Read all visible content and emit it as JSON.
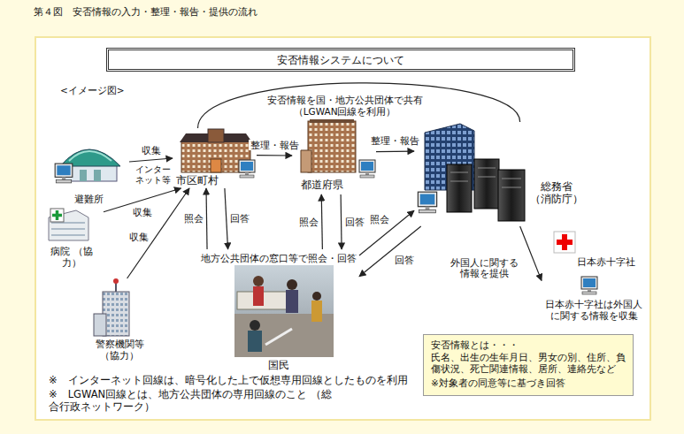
{
  "diagram": {
    "title": "第４図　安否情報の入力・整理・報告・提供の流れ",
    "nodes": [
      {
        "text": [
          "安否情報システムについて"
        ]
      },
      {
        "text": [
          "避難所"
        ]
      },
      {
        "text": [
          "市区町村"
        ]
      },
      {
        "text": [
          "都道府県"
        ]
      },
      {
        "text": [
          "総務省 （消防庁）"
        ]
      },
      {
        "text": [
          "病院 （協力）"
        ]
      },
      {
        "text": [
          "警察機関等 （協力）"
        ]
      },
      {
        "text": [
          "地方公共団体の窓口等で照会・回答",
          "国民"
        ]
      },
      {
        "text": [
          "日本赤十字社",
          "日本赤十字社は外国人に関する情報を収集"
        ]
      },
      {
        "text": [
          "安否情報とは・・・",
          "氏名、出生の生年月日、男女の別、住所、負傷状況、死亡関連情報、居所、連絡先など",
          "※対象者の同意等に基づき回答"
        ]
      }
    ],
    "edges": [
      {
        "from": 1,
        "to": 2,
        "label": "収集",
        "arrow": "to"
      },
      {
        "from": 5,
        "to": 2,
        "label": "収集",
        "arrow": "to"
      },
      {
        "from": 6,
        "to": 2,
        "label": "収集",
        "arrow": "to"
      },
      {
        "from": 2,
        "to": 3,
        "label": "整理・報告",
        "arrow": "to"
      },
      {
        "from": 3,
        "to": 4,
        "label": "整理・報告",
        "arrow": "to"
      },
      {
        "from": 2,
        "to": 4,
        "label": "安否情報を国・地方公共団体で共有 （LGWAN回線を利用）",
        "arrow": "none"
      },
      {
        "from": 7,
        "to": 2,
        "label": "照会",
        "arrow": "to"
      },
      {
        "from": 2,
        "to": 7,
        "label": "回答",
        "arrow": "to"
      },
      {
        "from": 7,
        "to": 3,
        "label": "照会",
        "arrow": "to"
      },
      {
        "from": 3,
        "to": 7,
        "label": "回答",
        "arrow": "to"
      },
      {
        "from": 7,
        "to": 4,
        "label": "照会",
        "arrow": "to"
      },
      {
        "from": 4,
        "to": 7,
        "label": "回答",
        "arrow": "to"
      },
      {
        "from": 4,
        "to": 8,
        "label": "外国人に関する情報を提供",
        "arrow": "to"
      }
    ],
    "labels": [
      "<イメージ図>",
      "インターネット等",
      "※　インターネット回線は、暗号化した上で仮想専用回線としたものを利用",
      "※　LGWAN回線とは、地方公共団体の専用回線のこと （総合行政ネットワーク）"
    ]
  }
}
